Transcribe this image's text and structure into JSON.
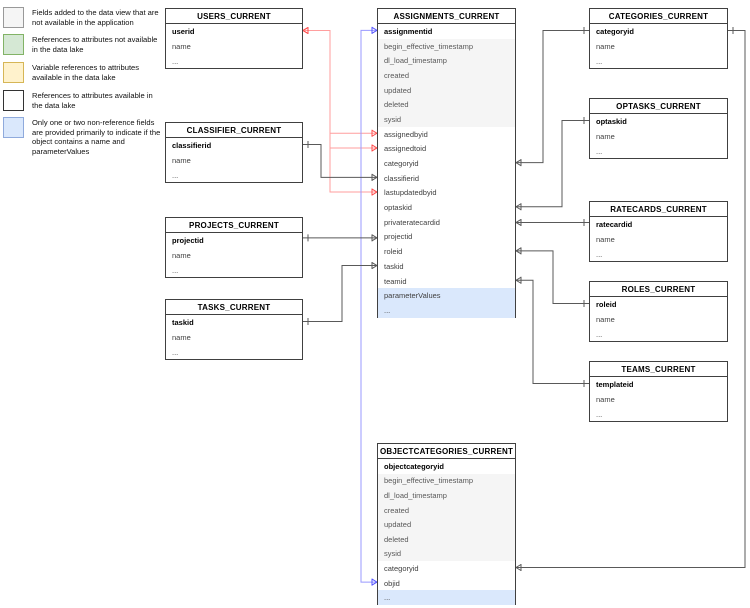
{
  "legend": {
    "items": [
      {
        "swatch": "gray-swatch",
        "fill": "#f5f5f5",
        "border": "#999999",
        "text": "Fields added to the data view that are not available in the application"
      },
      {
        "swatch": "green-swatch",
        "fill": "#d5e8d4",
        "border": "#82b366",
        "text": "References to attributes not available in the data lake"
      },
      {
        "swatch": "yellow-swatch",
        "fill": "#fff2cc",
        "border": "#d6b656",
        "text": "Variable references to attributes available in the data lake"
      },
      {
        "swatch": "white-swatch",
        "fill": "#ffffff",
        "border": "#333333",
        "text": "References to attributes available in the data lake"
      },
      {
        "swatch": "blue-swatch",
        "fill": "#dae8fc",
        "border": "#8faadc",
        "text": "Only one or two non-reference fields are provided primarily to indicate if the object contains a name and parameterValues"
      }
    ]
  },
  "tables": [
    {
      "id": "users",
      "title": "USERS_CURRENT",
      "fields": [
        {
          "name": "userid",
          "style": "key"
        },
        {
          "name": "name",
          "style": "plain"
        },
        {
          "name": "...",
          "style": "plain"
        }
      ]
    },
    {
      "id": "classifier",
      "title": "CLASSIFIER_CURRENT",
      "fields": [
        {
          "name": "classifierid",
          "style": "key"
        },
        {
          "name": "name",
          "style": "plain"
        },
        {
          "name": "...",
          "style": "plain"
        }
      ]
    },
    {
      "id": "projects",
      "title": "PROJECTS_CURRENT",
      "fields": [
        {
          "name": "projectid",
          "style": "key"
        },
        {
          "name": "name",
          "style": "plain"
        },
        {
          "name": "...",
          "style": "plain"
        }
      ]
    },
    {
      "id": "tasks",
      "title": "TASKS_CURRENT",
      "fields": [
        {
          "name": "taskid",
          "style": "key"
        },
        {
          "name": "name",
          "style": "plain"
        },
        {
          "name": "...",
          "style": "plain"
        }
      ]
    },
    {
      "id": "assignments",
      "title": "ASSIGNMENTS_CURRENT",
      "fields": [
        {
          "name": "assignmentid",
          "style": "key"
        },
        {
          "name": "begin_effective_timestamp",
          "style": "gray"
        },
        {
          "name": "dl_load_timestamp",
          "style": "gray"
        },
        {
          "name": "created",
          "style": "gray"
        },
        {
          "name": "updated",
          "style": "gray"
        },
        {
          "name": "deleted",
          "style": "gray"
        },
        {
          "name": "sysid",
          "style": "gray"
        },
        {
          "name": "assignedbyid",
          "style": "plain"
        },
        {
          "name": "assignedtoid",
          "style": "plain"
        },
        {
          "name": "categoryid",
          "style": "plain"
        },
        {
          "name": "classifierid",
          "style": "plain"
        },
        {
          "name": "lastupdatedbyid",
          "style": "plain"
        },
        {
          "name": "optaskid",
          "style": "plain"
        },
        {
          "name": "privateratecardid",
          "style": "plain"
        },
        {
          "name": "projectid",
          "style": "plain"
        },
        {
          "name": "roleid",
          "style": "plain"
        },
        {
          "name": "taskid",
          "style": "plain"
        },
        {
          "name": "teamid",
          "style": "plain"
        },
        {
          "name": "parameterValues",
          "style": "blue"
        },
        {
          "name": "...",
          "style": "blue"
        }
      ]
    },
    {
      "id": "categories",
      "title": "CATEGORIES_CURRENT",
      "fields": [
        {
          "name": "categoryid",
          "style": "key"
        },
        {
          "name": "name",
          "style": "plain"
        },
        {
          "name": "...",
          "style": "plain"
        }
      ]
    },
    {
      "id": "optasks",
      "title": "OPTASKS_CURRENT",
      "fields": [
        {
          "name": "optaskid",
          "style": "key"
        },
        {
          "name": "name",
          "style": "plain"
        },
        {
          "name": "...",
          "style": "plain"
        }
      ]
    },
    {
      "id": "ratecards",
      "title": "RATECARDS_CURRENT",
      "fields": [
        {
          "name": "ratecardid",
          "style": "key"
        },
        {
          "name": "name",
          "style": "plain"
        },
        {
          "name": "...",
          "style": "plain"
        }
      ]
    },
    {
      "id": "roles",
      "title": "ROLES_CURRENT",
      "fields": [
        {
          "name": "roleid",
          "style": "key"
        },
        {
          "name": "name",
          "style": "plain"
        },
        {
          "name": "...",
          "style": "plain"
        }
      ]
    },
    {
      "id": "teams",
      "title": "TEAMS_CURRENT",
      "fields": [
        {
          "name": "templateid",
          "style": "key"
        },
        {
          "name": "name",
          "style": "plain"
        },
        {
          "name": "...",
          "style": "plain"
        }
      ]
    },
    {
      "id": "objectcategories",
      "title": "OBJECTCATEGORIES_CURRENT",
      "fields": [
        {
          "name": "objectcategoryid",
          "style": "key"
        },
        {
          "name": "begin_effective_timestamp",
          "style": "gray"
        },
        {
          "name": "dl_load_timestamp",
          "style": "gray"
        },
        {
          "name": "created",
          "style": "gray"
        },
        {
          "name": "updated",
          "style": "gray"
        },
        {
          "name": "deleted",
          "style": "gray"
        },
        {
          "name": "sysid",
          "style": "gray"
        },
        {
          "name": "categoryid",
          "style": "plain"
        },
        {
          "name": "objid",
          "style": "plain"
        },
        {
          "name": "...",
          "style": "blue"
        }
      ]
    }
  ],
  "connectors": [
    {
      "from": "users.userid",
      "to": "assignments.assignedbyid",
      "color": "red"
    },
    {
      "from": "users.userid",
      "to": "assignments.assignedtoid",
      "color": "red"
    },
    {
      "from": "users.userid",
      "to": "assignments.lastupdatedbyid",
      "color": "red"
    },
    {
      "from": "assignments.assignmentid",
      "to": "objectcategories.objid",
      "color": "blue"
    },
    {
      "from": "classifier.classifierid",
      "to": "assignments.classifierid",
      "color": "black"
    },
    {
      "from": "projects.projectid",
      "to": "assignments.projectid",
      "color": "black"
    },
    {
      "from": "tasks.taskid",
      "to": "assignments.taskid",
      "color": "black"
    },
    {
      "from": "assignments.categoryid",
      "to": "categories.categoryid",
      "color": "black"
    },
    {
      "from": "assignments.optaskid",
      "to": "optasks.optaskid",
      "color": "black"
    },
    {
      "from": "assignments.privateratecardid",
      "to": "ratecards.ratecardid",
      "color": "black"
    },
    {
      "from": "assignments.roleid",
      "to": "roles.roleid",
      "color": "black"
    },
    {
      "from": "assignments.teamid",
      "to": "teams.templateid",
      "color": "black"
    },
    {
      "from": "objectcategories.categoryid",
      "to": "categories.categoryid",
      "color": "black"
    }
  ],
  "colors": {
    "red_line": "#ff9e9e",
    "red_mark": "#ff4d4d",
    "blue_line": "#9999ff",
    "blue_mark": "#5555ff",
    "black_line": "#595959",
    "black_mark": "#595959",
    "table_border": "#404040",
    "gray_row": "#f5f5f5",
    "blue_row": "#dae8fc"
  }
}
